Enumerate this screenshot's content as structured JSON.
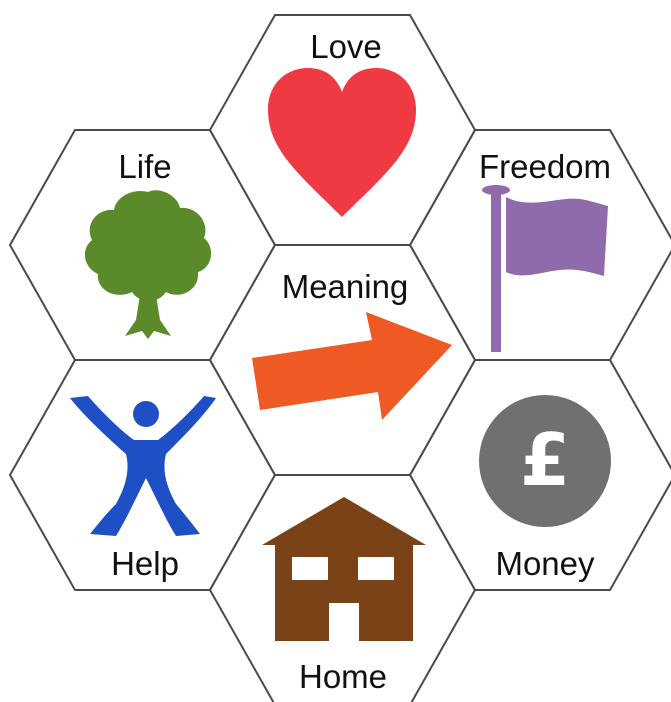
{
  "cells": {
    "love": {
      "label": "Love",
      "icon": "heart-icon",
      "color": "#f03a43"
    },
    "life": {
      "label": "Life",
      "icon": "tree-icon",
      "color": "#5b8a2a"
    },
    "freedom": {
      "label": "Freedom",
      "icon": "flag-icon",
      "color": "#8f6bab"
    },
    "meaning": {
      "label": "Meaning",
      "icon": "arrow-icon",
      "color": "#ef5a24"
    },
    "help": {
      "label": "Help",
      "icon": "person-arms-raised-icon",
      "color": "#1f4fc4"
    },
    "money": {
      "label": "Money",
      "icon": "pound-coin-icon",
      "color": "#707070",
      "symbol": "£"
    },
    "home": {
      "label": "Home",
      "icon": "house-icon",
      "color": "#7a4217"
    }
  },
  "colors": {
    "hex_stroke": "#4a4a4a",
    "background": "#ffffff"
  }
}
